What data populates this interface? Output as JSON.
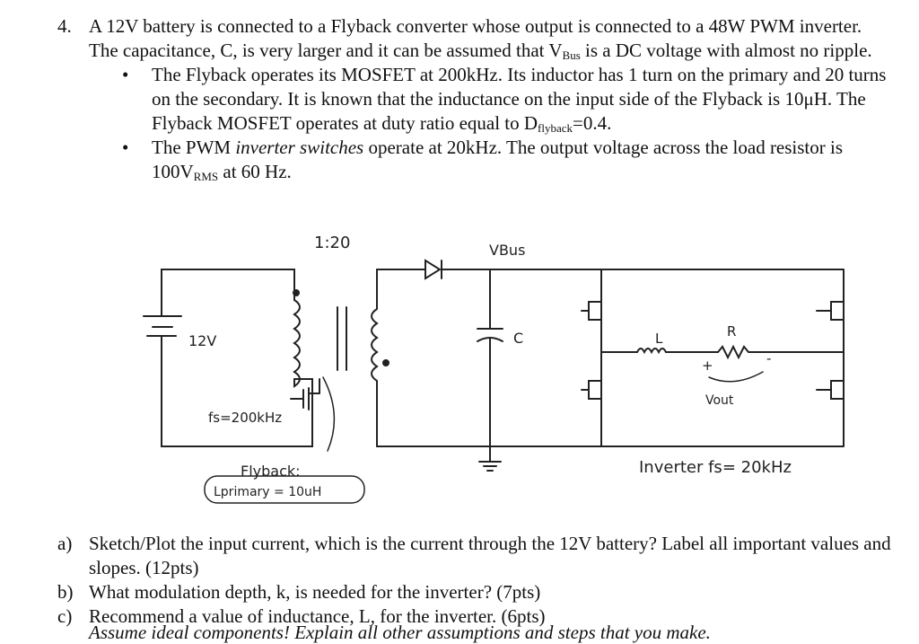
{
  "problem": {
    "number": "4.",
    "stem_1": "A 12V battery is connected to a Flyback converter whose output is connected to a 48W PWM inverter. The capacitance, C, is very larger and it can be assumed that V",
    "stem_sub": "Bus",
    "stem_2": " is a DC voltage with almost no ripple.",
    "bullet_symbol": "•",
    "bullet1_a": "The Flyback operates its MOSFET at 200kHz. Its inductor has 1 turn on the primary and 20 turns on the secondary.  It is known that the inductance on the input side of the Flyback is 10μH. The Flyback MOSFET operates at duty ratio equal to D",
    "bullet1_sub": "flyback",
    "bullet1_b": "=0.4.",
    "bullet2_a": "The PWM ",
    "bullet2_italic": "inverter switches",
    "bullet2_b": " operate at 20kHz. The output voltage across the load resistor is 100V",
    "bullet2_sub": "RMS",
    "bullet2_c": " at 60 Hz."
  },
  "circuit": {
    "ratio": "1:20",
    "battery": "12V",
    "fs_flyback": "fs=200kHz",
    "flyback_label": "Flyback:",
    "lprimary": "Lprimary = 10uH",
    "vbus": "VBus",
    "cap": "C",
    "ind": "L",
    "res": "R",
    "vout": "Vout",
    "plus": "+",
    "minus": "-",
    "inverter_label": "Inverter fs= 20kHz"
  },
  "questions": [
    {
      "label": "a)",
      "text": "Sketch/Plot the input current, which is the current through the 12V battery? Label all important values and slopes. (12pts)"
    },
    {
      "label": "b)",
      "text": "What modulation depth, k, is needed for the inverter? (7pts)"
    },
    {
      "label": "c)",
      "text": "Recommend a value of inductance, L, for the inverter. (6pts)"
    }
  ],
  "cutoff_line": "Assume ideal components! Explain all other assumptions and steps that you make."
}
